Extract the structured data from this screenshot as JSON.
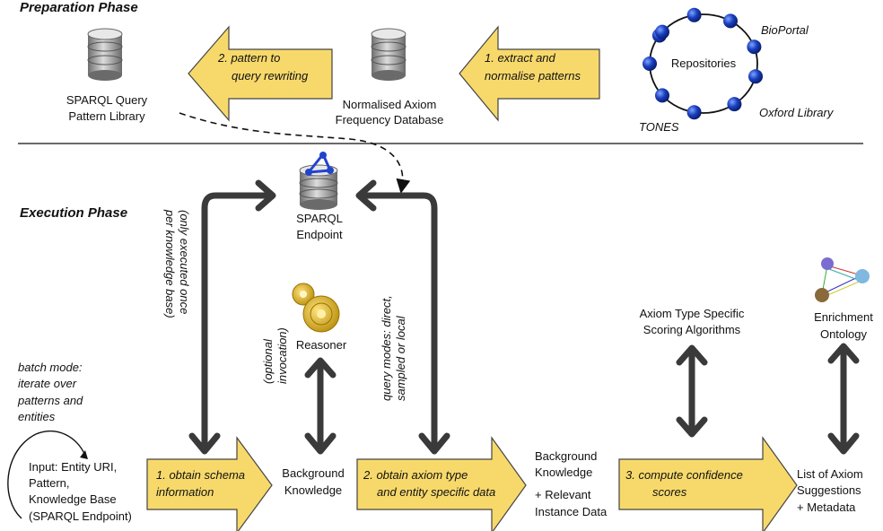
{
  "phases": {
    "preparation": "Preparation Phase",
    "execution": "Execution Phase"
  },
  "prep": {
    "arrow1": [
      "1. extract and",
      "normalise patterns"
    ],
    "arrow2": [
      "2. pattern to",
      "query rewriting"
    ],
    "db_normalised": [
      "Normalised Axiom",
      "Frequency Database"
    ],
    "db_pattern_library": [
      "SPARQL Query",
      "Pattern Library"
    ],
    "repositories": {
      "center": "Repositories",
      "bioportal": "BioPortal",
      "oxford": "Oxford Library",
      "tones": "TONES"
    }
  },
  "exec": {
    "endpoint": [
      "SPARQL",
      "Endpoint"
    ],
    "reasoner": "Reasoner",
    "only_once": [
      "(only executed once",
      "per knowledge base)"
    ],
    "optional": [
      "(optional",
      "invocation)"
    ],
    "query_modes": [
      "query modes: direct,",
      "sampled or local"
    ],
    "batch_mode": [
      "batch mode:",
      "iterate over",
      "patterns and",
      "entities"
    ],
    "input": [
      "Input: Entity URI,",
      "Pattern,",
      "Knowledge Base",
      "(SPARQL Endpoint)"
    ],
    "step1": [
      "1. obtain schema",
      "information"
    ],
    "background_knowledge": [
      "Background",
      "Knowledge"
    ],
    "step2": [
      "2. obtain axiom type",
      "and entity specific data"
    ],
    "bk_relevant": [
      "Background",
      "Knowledge",
      "+ Relevant",
      "Instance Data"
    ],
    "step3": [
      "3. compute confidence",
      "scores"
    ],
    "list_axiom": [
      "List of Axiom",
      "Suggestions",
      "+ Metadata"
    ],
    "scoring": [
      "Axiom Type Specific",
      "Scoring Algorithms"
    ],
    "enrichment": [
      "Enrichment",
      "Ontology"
    ]
  },
  "colors": {
    "arrow_fill": "#f7d96b",
    "arrow_stroke": "#444444",
    "connector": "#3a3a3a",
    "node_blue": "#1a3fbf",
    "gear": "#d4a817"
  },
  "icons": [
    "database-icon",
    "sparql-endpoint-icon",
    "gear-icon",
    "ontology-icon",
    "repository-node-icon"
  ]
}
